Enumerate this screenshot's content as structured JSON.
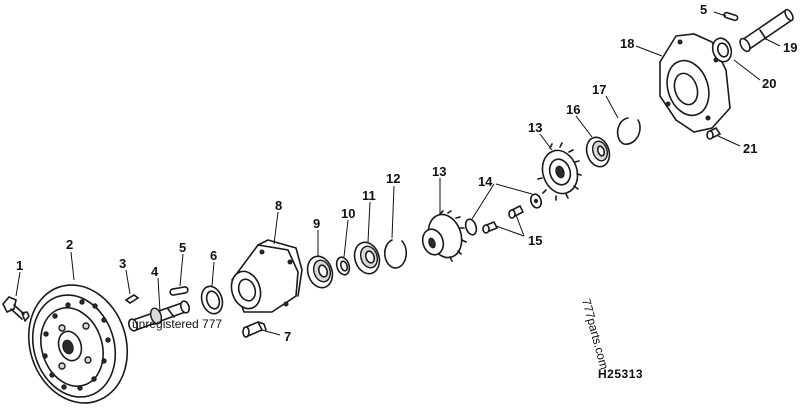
{
  "diagram": {
    "code": "H25313",
    "watermark": "777parts.com",
    "watermark_small": "unregistered 777",
    "callouts": [
      {
        "id": "c1",
        "label": "1"
      },
      {
        "id": "c2",
        "label": "2"
      },
      {
        "id": "c3",
        "label": "3"
      },
      {
        "id": "c4",
        "label": "4"
      },
      {
        "id": "c5a",
        "label": "5"
      },
      {
        "id": "c6",
        "label": "6"
      },
      {
        "id": "c7",
        "label": "7"
      },
      {
        "id": "c8",
        "label": "8"
      },
      {
        "id": "c9",
        "label": "9"
      },
      {
        "id": "c10",
        "label": "10"
      },
      {
        "id": "c11",
        "label": "11"
      },
      {
        "id": "c12",
        "label": "12"
      },
      {
        "id": "c13a",
        "label": "13"
      },
      {
        "id": "c13b",
        "label": "13"
      },
      {
        "id": "c14",
        "label": "14"
      },
      {
        "id": "c15",
        "label": "15"
      },
      {
        "id": "c16",
        "label": "16"
      },
      {
        "id": "c17",
        "label": "17"
      },
      {
        "id": "c18",
        "label": "18"
      },
      {
        "id": "c5b",
        "label": "5"
      },
      {
        "id": "c19",
        "label": "19"
      },
      {
        "id": "c20",
        "label": "20"
      },
      {
        "id": "c21",
        "label": "21"
      }
    ]
  }
}
